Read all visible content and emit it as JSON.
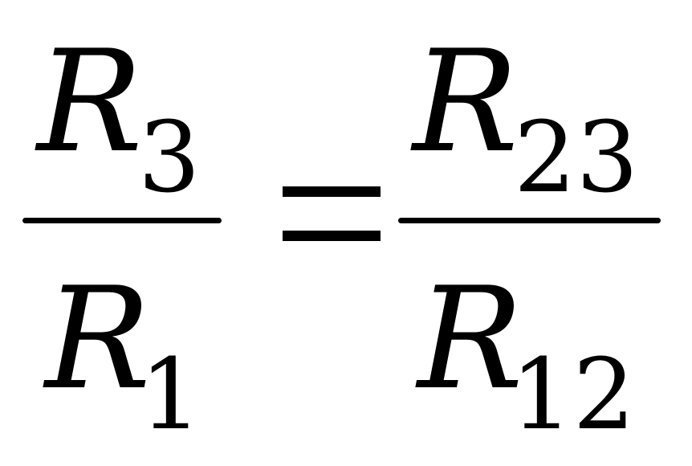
{
  "equation": {
    "left": {
      "numerator": {
        "symbol": "R",
        "subscript": "3"
      },
      "denominator": {
        "symbol": "R",
        "subscript": "1"
      }
    },
    "right": {
      "numerator": {
        "symbol": "R",
        "subscript": "23"
      },
      "denominator": {
        "symbol": "R",
        "subscript": "12"
      }
    },
    "relation": "="
  }
}
